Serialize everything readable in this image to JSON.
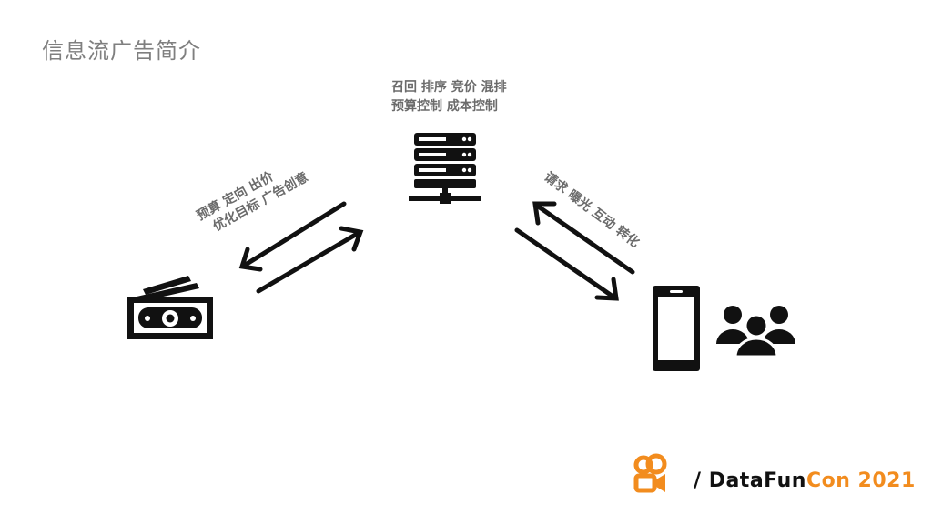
{
  "slide": {
    "title": "信息流广告简介"
  },
  "server": {
    "caption_line1": "召回 排序 竞价 混排",
    "caption_line2": "预算控制 成本控制",
    "icon": "server-icon"
  },
  "advertiser": {
    "caption_line1": "预算 定向 出价",
    "caption_line2": "优化目标 广告创意",
    "icon": "money-icon"
  },
  "user": {
    "caption": "请求 曝光 互动 转化",
    "icons": [
      "phone-icon",
      "users-icon"
    ]
  },
  "footer": {
    "slash": "/ ",
    "brand_dark": "DataFun",
    "brand_orange": "Con 2021",
    "logo_icon": "kuaishou-logo",
    "accent_color": "#f28c1e"
  }
}
